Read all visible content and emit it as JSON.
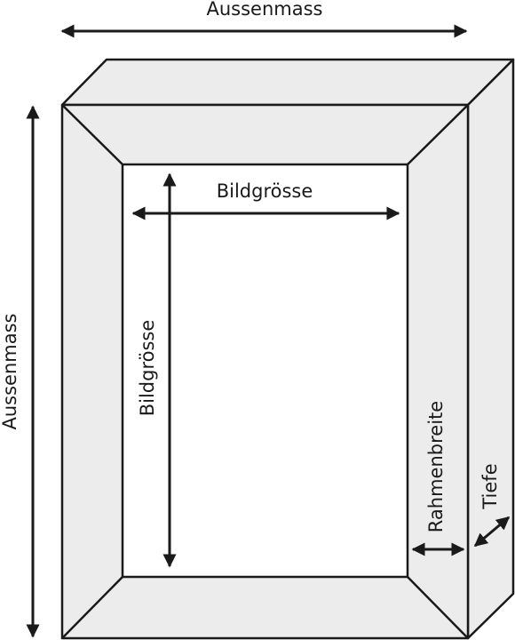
{
  "labels": {
    "outer_width": "Aussenmass",
    "outer_height": "Aussenmass",
    "image_width": "Bildgrösse",
    "image_height": "Bildgrösse",
    "frame_width": "Rahmenbreite",
    "depth": "Tiefe"
  },
  "colors": {
    "frame_fill": "#ececec",
    "opening_fill": "#ffffff",
    "stroke": "#1a1a1a"
  }
}
